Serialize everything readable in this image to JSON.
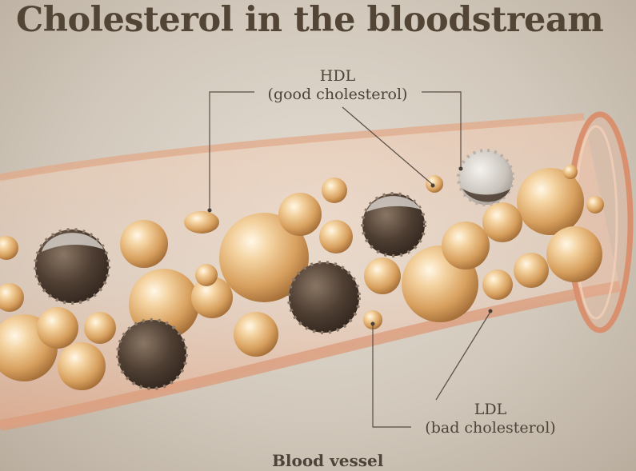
{
  "title": "Cholesterol in the bloodstream",
  "labels": {
    "hdl_name": "HDL",
    "hdl_desc": "(good cholesterol)",
    "ldl_name": "LDL",
    "ldl_desc": "(bad cholesterol)",
    "vessel": "Blood vessel"
  },
  "colors": {
    "background": "#d8d0c5",
    "title": "#524535",
    "label": "#4e4338",
    "vessel": "#e4b89c",
    "hdl_particle": "#e8b678",
    "ldl_particle": "#4b3b30"
  }
}
